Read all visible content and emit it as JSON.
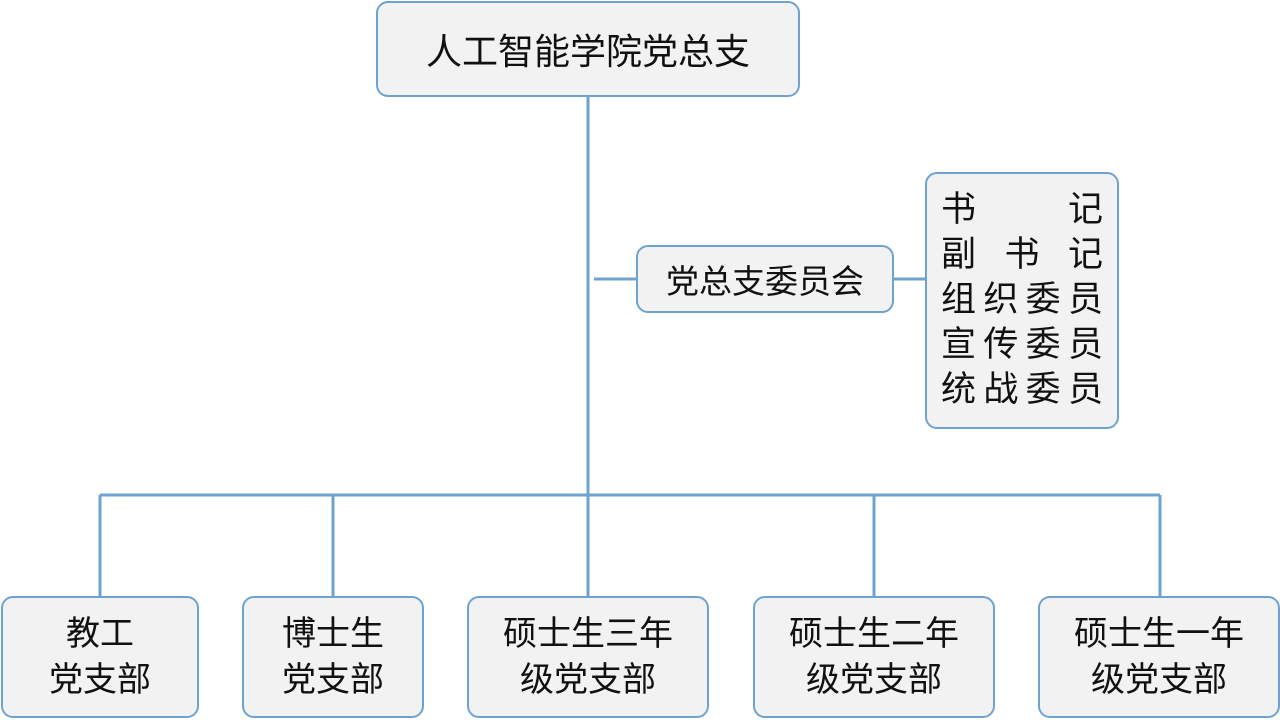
{
  "root": {
    "label": "人工智能学院党总支"
  },
  "committee": {
    "label": "党总支委员会"
  },
  "roles": [
    "书记",
    "副书记",
    "组织委员",
    "宣传委员",
    "统战委员"
  ],
  "branches": [
    {
      "line1": "教工",
      "line2": "党支部"
    },
    {
      "line1": "博士生",
      "line2": "党支部"
    },
    {
      "line1": "硕士生三年",
      "line2": "级党支部"
    },
    {
      "line1": "硕士生二年",
      "line2": "级党支部"
    },
    {
      "line1": "硕士生一年",
      "line2": "级党支部"
    }
  ],
  "colors": {
    "connector": "#6fa3cf",
    "box_fill": "#f2f2f2",
    "box_border": "#6fa3cf",
    "text": "#111111"
  }
}
